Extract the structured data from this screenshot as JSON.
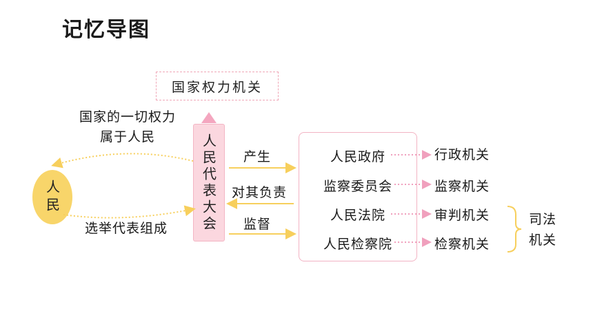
{
  "title": "记忆导图",
  "top_box": "国家权力机关",
  "congress": "人民代表大会",
  "people": "人民",
  "left_top_note": [
    "国家的一切权力",
    "属于人民"
  ],
  "left_bottom_note": "选举代表组成",
  "relations": {
    "produce": "产生",
    "responsible": "对其负责",
    "supervise": "监督"
  },
  "organs": [
    {
      "name": "人民政府",
      "function": "行政机关"
    },
    {
      "name": "监察委员会",
      "function": "监察机关"
    },
    {
      "name": "人民法院",
      "function": "审判机关"
    },
    {
      "name": "人民检察院",
      "function": "检察机关"
    }
  ],
  "judicial": [
    "司法",
    "机关"
  ],
  "colors": {
    "yellow_arrow": "#f7cf5c",
    "pink_arrow": "#f0a0bd",
    "congress_fill": "#fbd7df",
    "people_fill": "#f8d56a",
    "brace": "#f7cf5c"
  }
}
